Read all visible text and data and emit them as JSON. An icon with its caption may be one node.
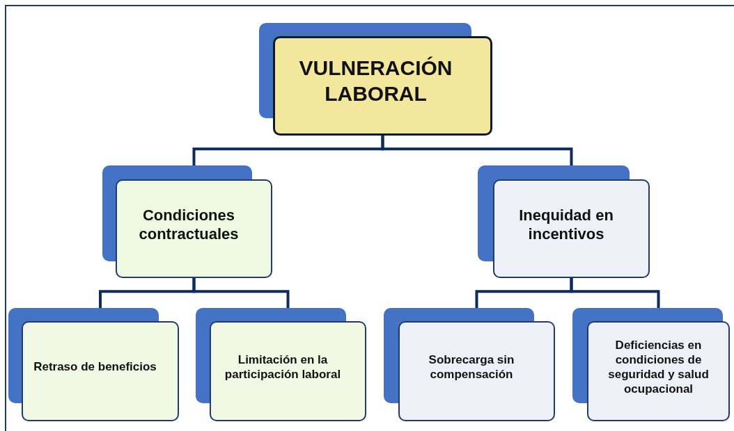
{
  "diagram": {
    "nodes": [
      {
        "text": [
          "VULNERACIÓN LABORAL"
        ]
      },
      {
        "text": [
          "Condiciones contractuales"
        ]
      },
      {
        "text": [
          "Inequidad en incentivos"
        ]
      },
      {
        "text": [
          "Retraso de beneficios"
        ]
      },
      {
        "text": [
          "Limitación en la participación laboral"
        ]
      },
      {
        "text": [
          "Sobrecarga sin compensación"
        ]
      },
      {
        "text": [
          "Deficiencias en condiciones de seguridad y salud ocupacional"
        ]
      }
    ],
    "edges": [
      {
        "from": 0,
        "to": 1,
        "arrow": "none"
      },
      {
        "from": 0,
        "to": 2,
        "arrow": "none"
      },
      {
        "from": 1,
        "to": 3,
        "arrow": "none"
      },
      {
        "from": 1,
        "to": 4,
        "arrow": "none"
      },
      {
        "from": 2,
        "to": 5,
        "arrow": "none"
      },
      {
        "from": 2,
        "to": 6,
        "arrow": "none"
      }
    ]
  }
}
